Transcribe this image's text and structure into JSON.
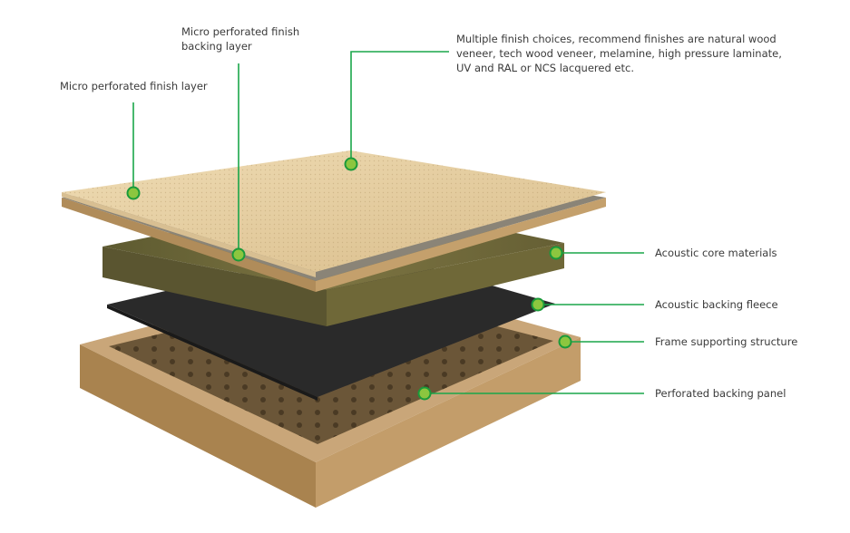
{
  "labels": {
    "finish_layer": "Micro perforated finish layer",
    "finish_backing": "Micro perforated finish\nbacking layer",
    "finish_choices": "Multiple finish choices, recommend finishes are natural wood veneer, tech wood veneer, melamine, high pressure laminate, UV and RAL or NCS lacquered etc.",
    "core": "Acoustic core materials",
    "fleece": "Acoustic backing fleece",
    "frame": "Frame supporting structure",
    "backing_panel": "Perforated backing panel"
  },
  "colors": {
    "leader_line": "#1aa64a",
    "marker_fill": "#8cc63f",
    "marker_stroke": "#1a9a3a",
    "wood_light": "#e6cfa2",
    "wood_edge": "#b08c5a",
    "core": "#6e6a3a",
    "fleece": "#2a2a2a",
    "frame": "#c9a679"
  }
}
